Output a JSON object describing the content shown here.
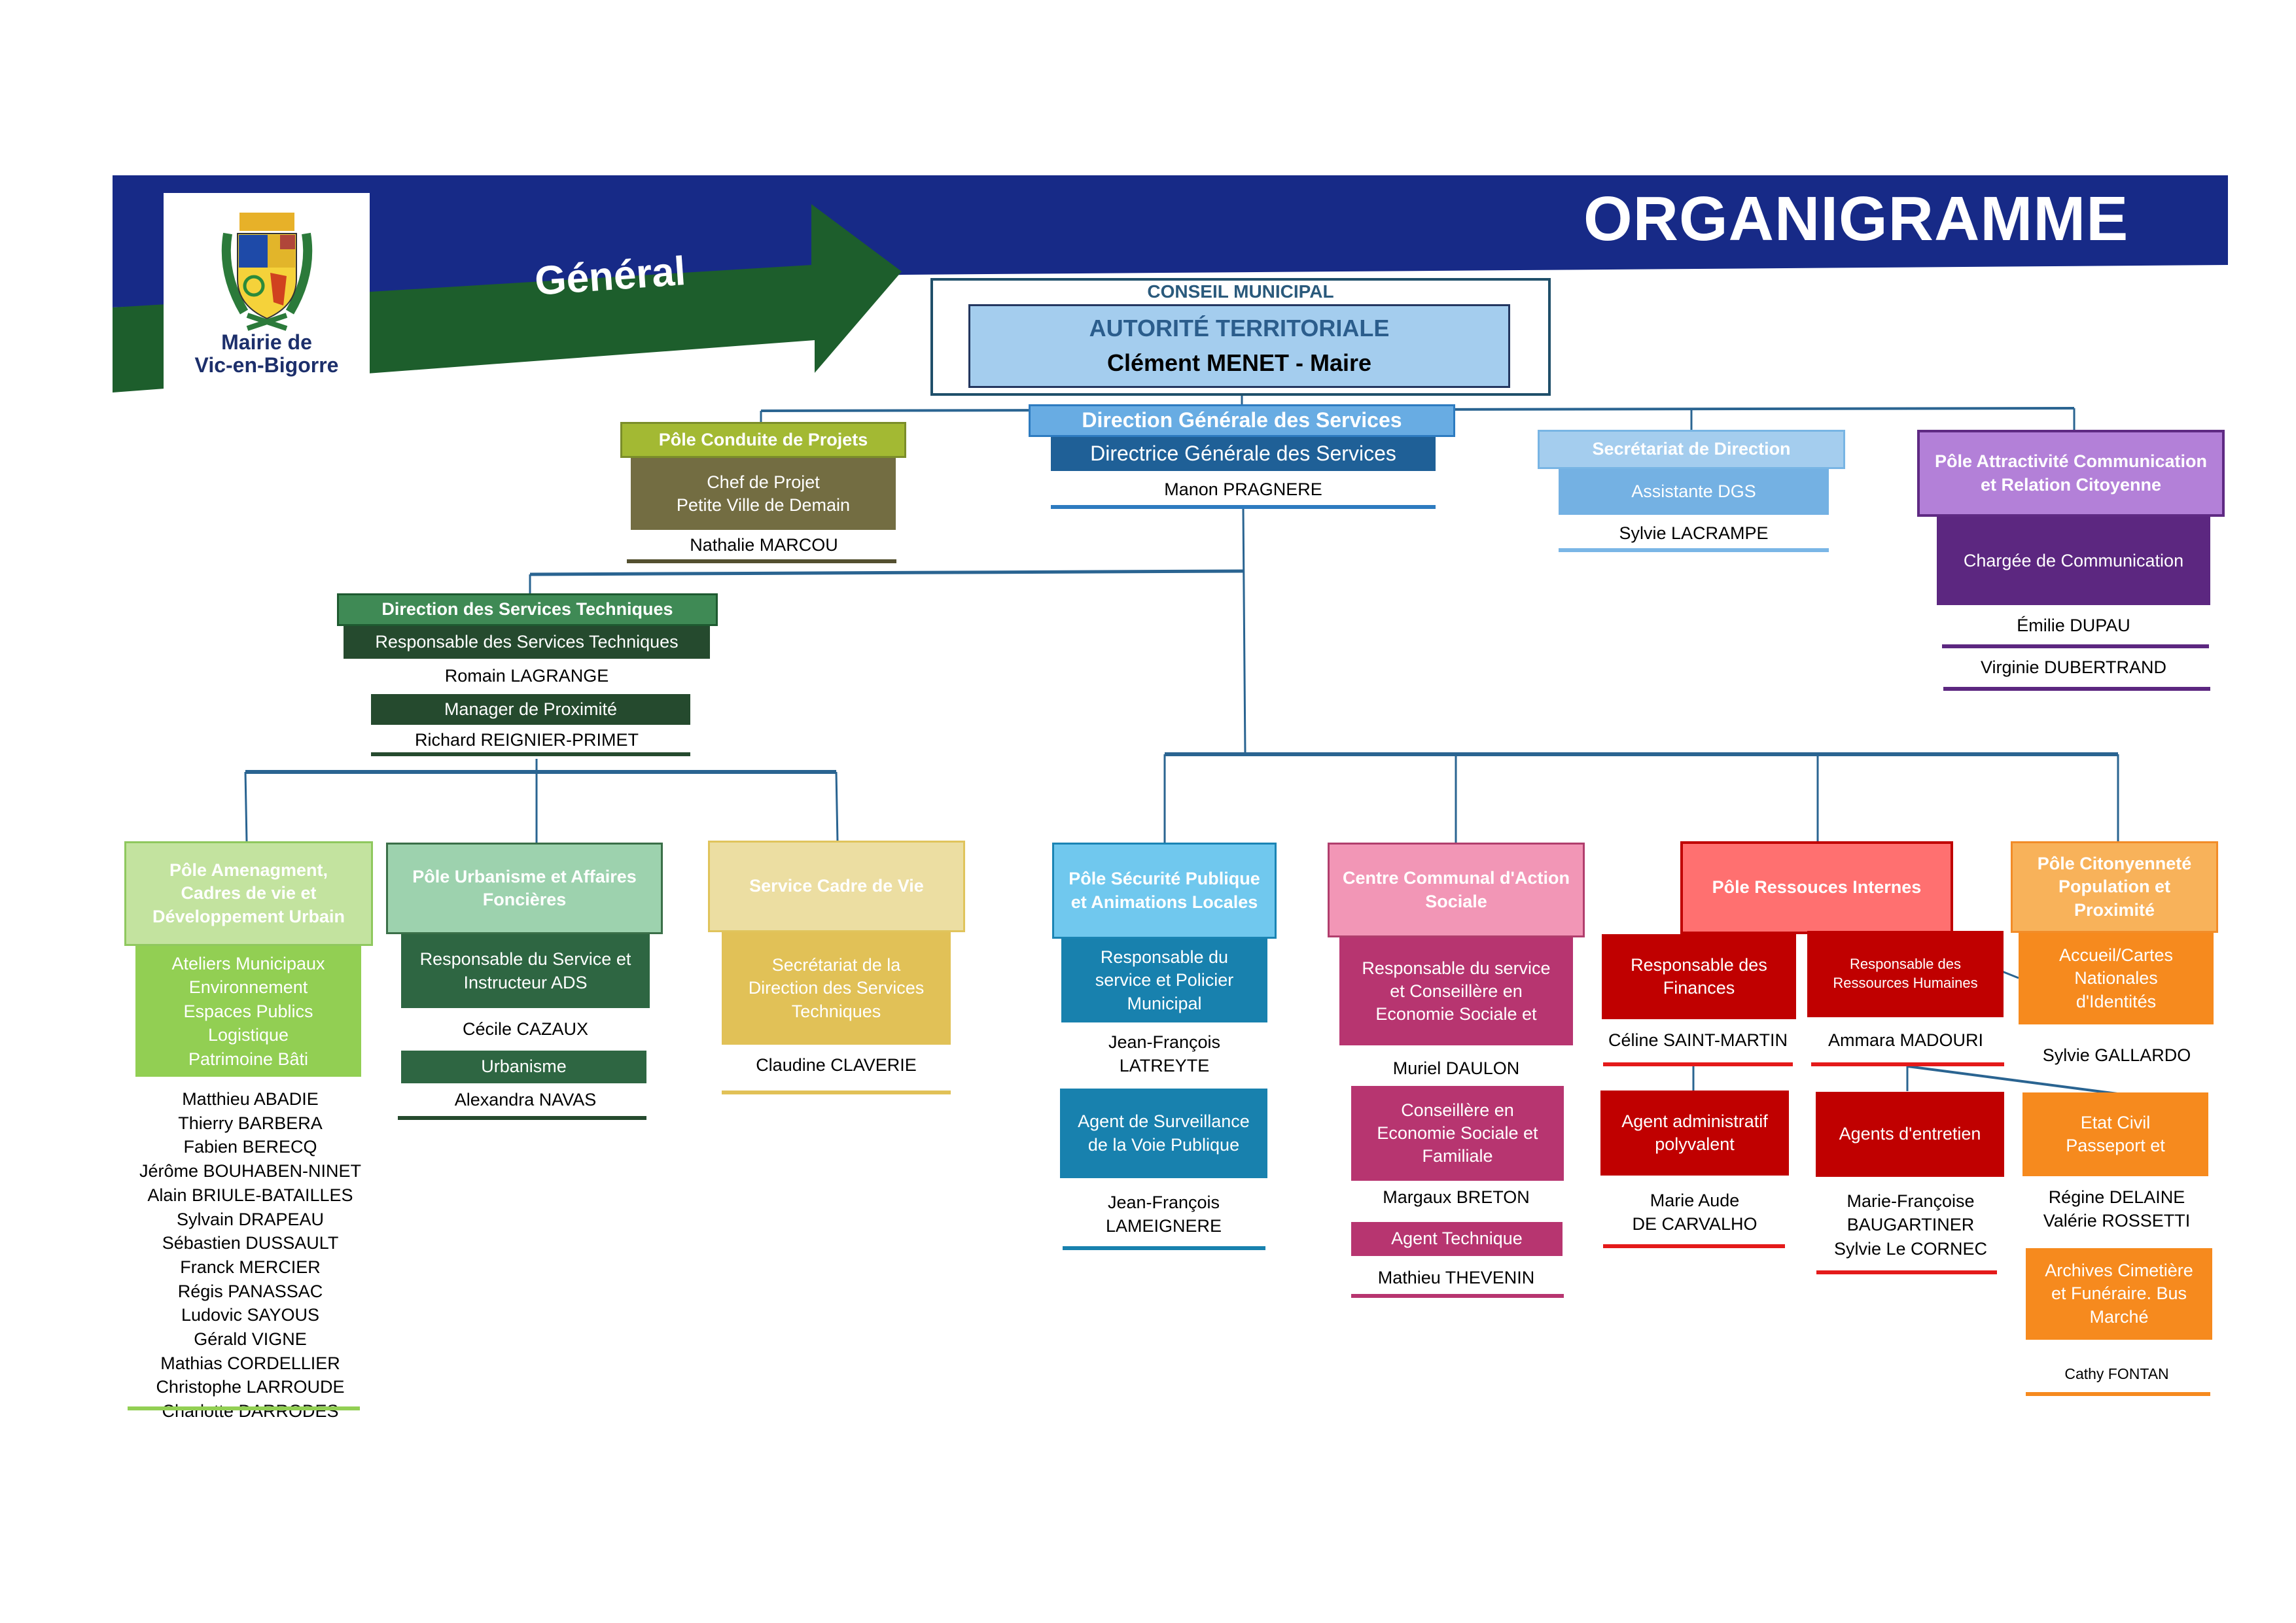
{
  "header": {
    "title": "ORGANIGRAMME",
    "section": "Général",
    "logo": {
      "line1": "Mairie de",
      "line2": "Vic-en-Bigorre",
      "emblem": "coat-of-arms"
    }
  },
  "colors": {
    "banner_blue": "#172a87",
    "banner_green": "#1d5e2c",
    "connector": "#2a6491"
  },
  "top": {
    "conseil": "CONSEIL MUNICIPAL",
    "autorite": "AUTORITÉ TERRITORIALE",
    "maire": "Clément MENET - Maire"
  },
  "dgs": {
    "header": "Direction Générale des Services",
    "role": "Directrice Générale des Services",
    "name": "Manon PRAGNERE"
  },
  "conduite": {
    "header": "Pôle Conduite de Projets",
    "role_line1": "Chef de Projet",
    "role_line2": "Petite Ville de Demain",
    "name": "Nathalie MARCOU"
  },
  "secretariat": {
    "header": "Secrétariat de Direction",
    "role": "Assistante DGS",
    "name": "Sylvie LACRAMPE"
  },
  "attractivite": {
    "header": "Pôle Attractivité Communication et Relation Citoyenne",
    "role": "Chargée de Communication",
    "names": [
      "Émilie DUPAU",
      "Virginie DUBERTRAND"
    ]
  },
  "dst": {
    "header": "Direction des Services Techniques",
    "role": "Responsable des Services Techniques",
    "name": "Romain LAGRANGE",
    "role2": "Manager de Proximité",
    "name2": "Richard REIGNIER-PRIMET"
  },
  "amenagement": {
    "header": "Pôle Amenagment, Cadres de vie et Développement Urbain",
    "services": [
      "Ateliers Municipaux",
      "Environnement",
      "Espaces Publics",
      "Logistique",
      "Patrimoine Bâti"
    ],
    "names": [
      "Matthieu ABADIE",
      "Thierry BARBERA",
      "Fabien BERECQ",
      "Jérôme BOUHABEN-NINET",
      "Alain BRIULE-BATAILLES",
      "Sylvain DRAPEAU",
      "Sébastien DUSSAULT",
      "Franck MERCIER",
      "Régis PANASSAC",
      "Ludovic SAYOUS",
      "Gérald VIGNE",
      "Mathias CORDELLIER",
      "Christophe LARROUDE",
      "Charlotte DARRODES"
    ]
  },
  "urbanisme": {
    "header": "Pôle Urbanisme et Affaires Foncières",
    "role": "Responsable du Service et Instructeur ADS",
    "name": "Cécile CAZAUX",
    "role2": "Urbanisme",
    "name2": "Alexandra NAVAS"
  },
  "cadrevie": {
    "header": "Service Cadre de Vie",
    "role": "Secrétariat de la Direction des Services Techniques",
    "name": "Claudine CLAVERIE"
  },
  "securite": {
    "header": "Pôle Sécurité Publique et Animations Locales",
    "role": "Responsable du service et Policier Municipal",
    "name_line1": "Jean-François",
    "name_line2": "LATREYTE",
    "role2": "Agent de Surveillance de la Voie Publique",
    "name2_line1": "Jean-François",
    "name2_line2": "LAMEIGNERE"
  },
  "ccas": {
    "header": "Centre Communal d'Action Sociale",
    "role": "Responsable du service et Conseillère en Economie Sociale et",
    "name": "Muriel DAULON",
    "role2": "Conseillère en Economie Sociale et Familiale",
    "name2": "Margaux BRETON",
    "role3": "Agent Technique",
    "name3": "Mathieu THEVENIN"
  },
  "ressources": {
    "header": "Pôle Ressouces Internes",
    "finances_role": "Responsable des Finances",
    "finances_name": "Céline SAINT-MARTIN",
    "rh_role": "Responsable des Ressources Humaines",
    "rh_name": "Ammara MADOURI",
    "admin_role": "Agent administratif polyvalent",
    "admin_name_line1": "Marie Aude",
    "admin_name_line2": "DE CARVALHO",
    "entretien_role": "Agents d'entretien",
    "entretien_names": [
      "Marie-Françoise",
      "BAUGARTINER",
      "Sylvie Le CORNEC"
    ]
  },
  "citoyennete": {
    "header": "Pôle Citonyenneté Population et Proximité",
    "accueil_role": "Accueil/Cartes Nationales d'Identités",
    "accueil_name": "Sylvie GALLARDO",
    "etatcivil_role": "Etat Civil Passeport et",
    "etatcivil_names": [
      "Régine DELAINE",
      "Valérie ROSSETTI"
    ],
    "archives_role": "Archives Cimetière et Funéraire. Bus Marché",
    "archives_name": "Cathy FONTAN"
  }
}
